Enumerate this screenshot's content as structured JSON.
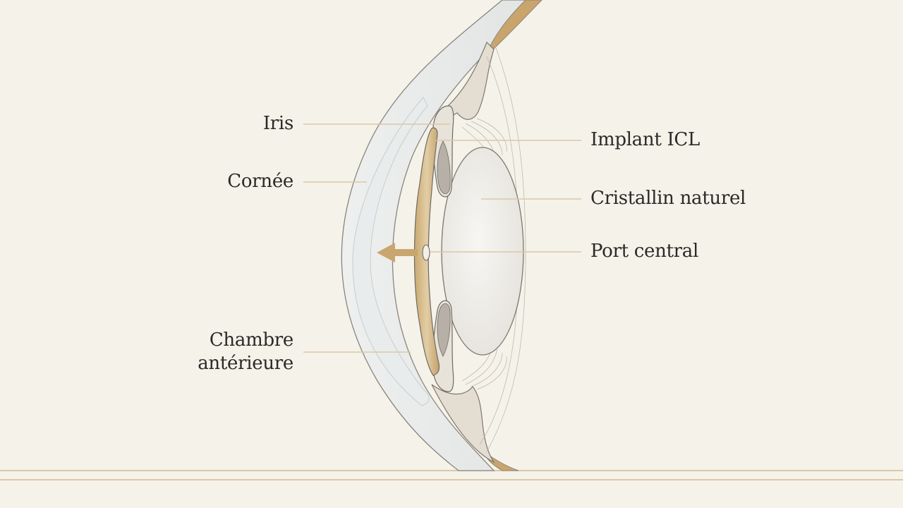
{
  "labels": {
    "iris": "Iris",
    "cornee": "Cornée",
    "chambre_line1": "Chambre",
    "chambre_line2": "antérieure",
    "implant": "Implant ICL",
    "cristallin": "Cristallin naturel",
    "port": "Port central"
  },
  "colors": {
    "background": "#f5f2ea",
    "leader_line": "#d9c6a3",
    "gold": "#c7a46a",
    "gold_dark": "#a88550",
    "tissue": "#e6e0d5",
    "iris_grey": "#b8b2aa",
    "outline": "#6f6a63",
    "lens": "#eeece7",
    "text": "#2b2a28"
  }
}
